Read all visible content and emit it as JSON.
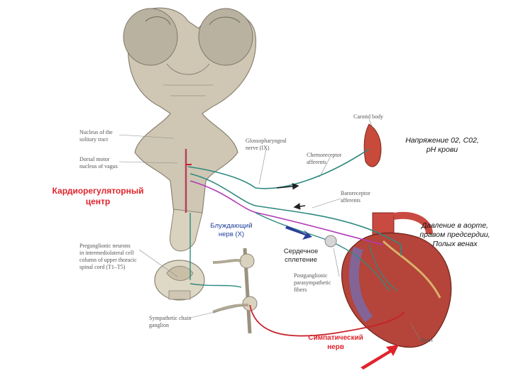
{
  "labels": {
    "carotid_body": "Carotid body",
    "nucleus_solitary": "Nucleus of the\nsolitary tract",
    "dorsal_motor": "Dorsal motor\nnucleus of vagus",
    "glossopharyngeal": "Glossopharyngeal\nnerve (IX)",
    "chemoreceptor": "Chemoreceptor\nafferents",
    "baroreceptor": "Baroreceptor\nafferents",
    "preganglionic_neurons": "Preganglionic neurons\nin intermediolateral cell\ncolumn of upper thoracic\nspinal cord (T1–T5)",
    "parasympathetic": "Postganglionic\nparasympathetic\nfibers",
    "sympathetic_chain": "Sympathetic chain\nganglion",
    "heart": "Heart"
  },
  "russian": {
    "gas_tension": "Напряжение 02, С02,\nрН крови",
    "cardio_center": "Кардиорегуляторный\nцентр",
    "pressure": "Давление в аорте,\nправом предсердии,\nПолых венах",
    "vagus": "Блуждающий\nнерв (X)",
    "plexus": "Сердечное\nсплетение",
    "sympathetic": "Симпатический\nнерв"
  },
  "colors": {
    "nerve_teal": "#2e8a80",
    "nerve_magenta": "#b23ab8",
    "nerve_red": "#c8202a",
    "arrow_blue": "#2a3f9a",
    "arrow_red": "#e0242c",
    "text_red": "#e0242c"
  }
}
